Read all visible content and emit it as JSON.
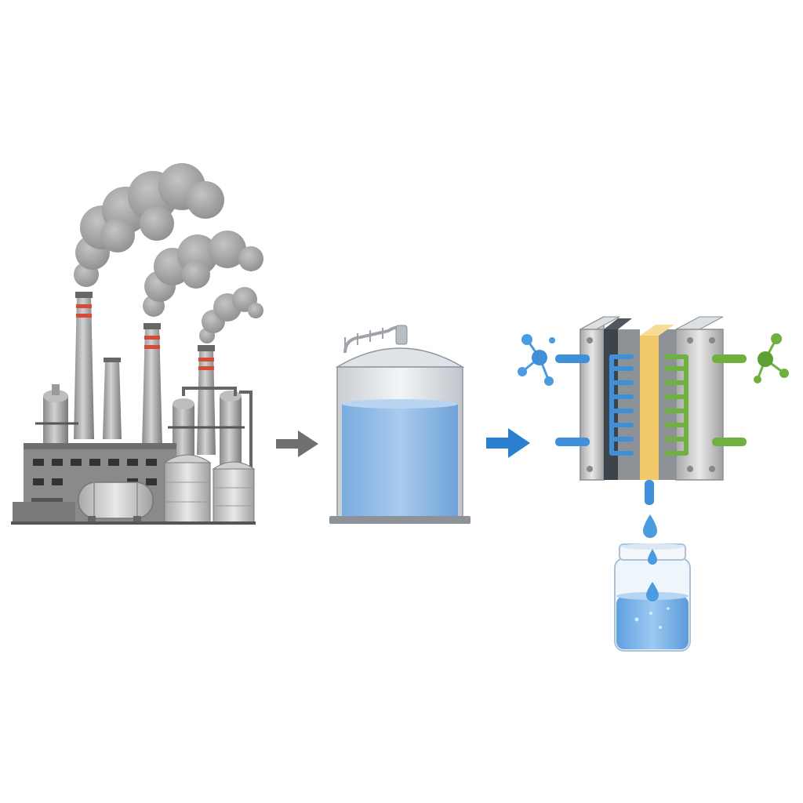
{
  "diagram": {
    "stages": [
      {
        "id": "factory",
        "icon": "factory-icon"
      },
      {
        "id": "storage-tank",
        "icon": "storage-tank-icon"
      },
      {
        "id": "electrolyzer",
        "icon": "electrolyzer-stack-icon"
      },
      {
        "id": "water-jar",
        "icon": "water-jar-icon"
      }
    ],
    "connectors": [
      {
        "from": "factory",
        "to": "storage-tank",
        "icon": "arrow-right-icon",
        "color": "#707070"
      },
      {
        "from": "storage-tank",
        "to": "electrolyzer",
        "icon": "arrow-right-icon",
        "color": "#2a7fcf"
      },
      {
        "from": "electrolyzer",
        "to": "water-jar",
        "icon": "water-drop-icon",
        "color": "#4a9be0"
      }
    ],
    "molecules": [
      {
        "side": "left",
        "icon": "molecule-icon",
        "color": "#4a9be0"
      },
      {
        "side": "right",
        "icon": "molecule-icon",
        "color": "#6fb03e"
      }
    ],
    "colors": {
      "smoke": "#9a9a9a",
      "structure": "#7d7d7d",
      "water": "#7fb2e3",
      "blue_channel": "#3f8fd9",
      "green_channel": "#6fb03e",
      "membrane": "#f2c96a",
      "stripe": "#d64a36"
    }
  }
}
